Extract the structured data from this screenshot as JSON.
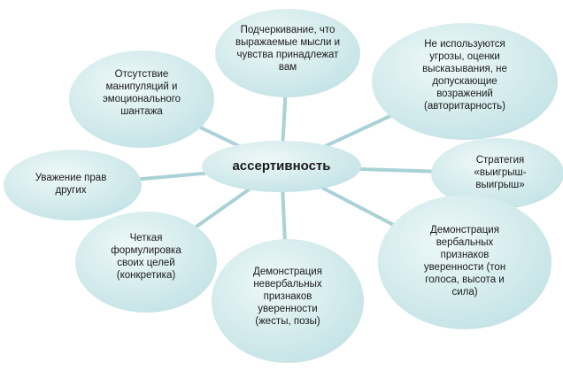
{
  "diagram": {
    "center": "ассертивность",
    "nodes": [
      "Подчеркивание, что\nвыражаемые мысли и\nчувства принадлежат\nвам",
      "Не используются\nугрозы, оценки\nвысказывания, не\nдопускающие\nвозражений\n(авторитарность)",
      "Стратегия\n«выигрыш-\nвыигрыш»",
      "Демонстрация\nвербальных\nпризнаков\nуверенности (тон\nголоса, высота и\nсила)",
      "Демонстрация\nневербальных\nпризнаков\nуверенности\n(жесты, позы)",
      "Четкая\nформулировка\nсвоих целей\n(конкретика)",
      "Уважение прав\nдругих",
      "Отсутствие\nманипуляций и\nэмоционального\nшантажа"
    ],
    "colors": {
      "fill_dark": "#c4e3e6",
      "fill_light": "#eef8f8",
      "line": "#a9d2d6"
    }
  }
}
